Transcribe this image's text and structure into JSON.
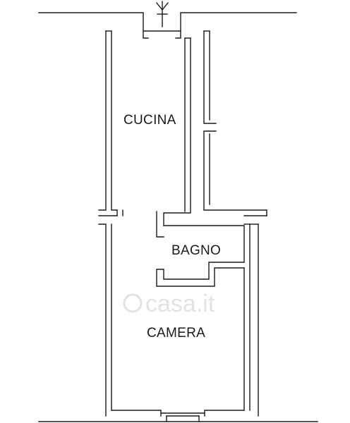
{
  "rooms": {
    "cucina": "CUCINA",
    "bagno": "BAGNO",
    "camera": "CAMERA"
  },
  "watermark": {
    "text": "casa.it"
  },
  "colors": {
    "wall": "#1a1a1a",
    "background": "#ffffff",
    "watermark": "#e3e3e3"
  }
}
